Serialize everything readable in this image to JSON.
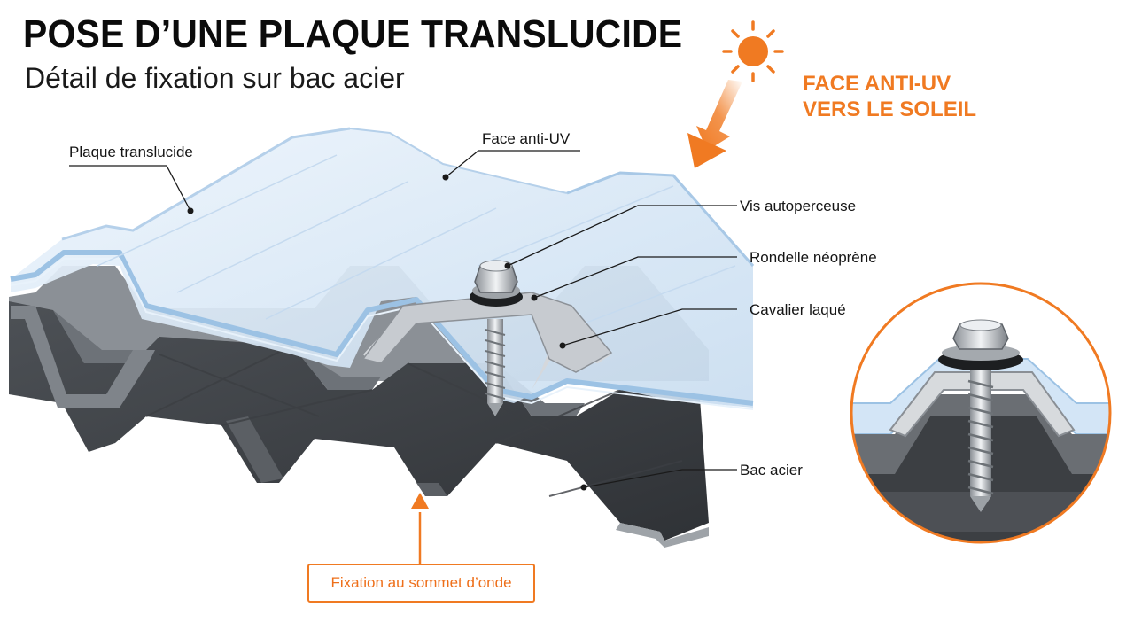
{
  "header": {
    "title": "POSE D’UNE PLAQUE TRANSLUCIDE",
    "subtitle": "Détail de fixation sur bac acier"
  },
  "sun_callout": {
    "line1": "FACE ANTI-UV",
    "line2": "VERS LE SOLEIL",
    "icon": "sun-icon",
    "accent_color": "#f07a22"
  },
  "labels": {
    "plaque": "Plaque translucide",
    "face_uv": "Face anti-UV",
    "vis": "Vis autoperceuse",
    "rondelle": "Rondelle néoprène",
    "cavalier": "Cavalier laqué",
    "bac": "Bac acier",
    "fixation": "Fixation au sommet d’onde"
  },
  "colors": {
    "accent": "#f07a22",
    "steel": "#6e7278",
    "translucent": "#dbe9f6",
    "edge_blue": "#9cc2e4"
  }
}
